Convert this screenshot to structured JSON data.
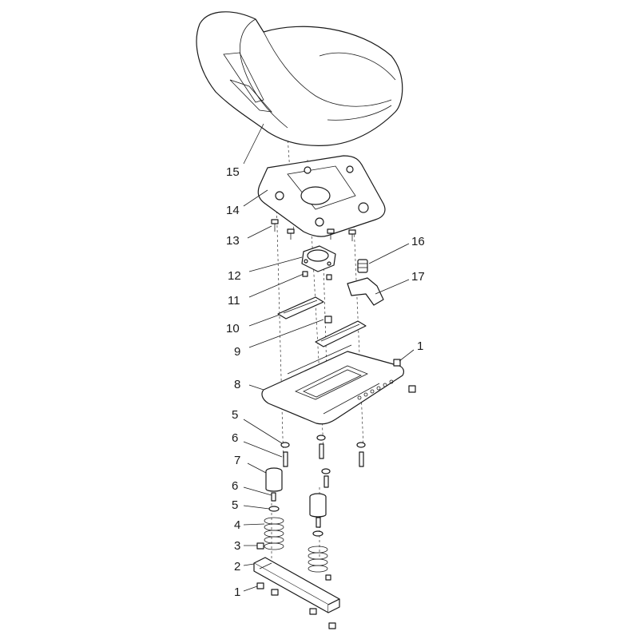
{
  "callouts": {
    "c15": "15",
    "c14": "14",
    "c13": "13",
    "c16": "16",
    "c12": "12",
    "c17": "17",
    "c11": "11",
    "c10": "10",
    "c9": "9",
    "c1a": "1",
    "c8": "8",
    "c5a": "5",
    "c6a": "6",
    "c7": "7",
    "c6b": "6",
    "c5b": "5",
    "c4": "4",
    "c3": "3",
    "c2": "2",
    "c1b": "1"
  }
}
